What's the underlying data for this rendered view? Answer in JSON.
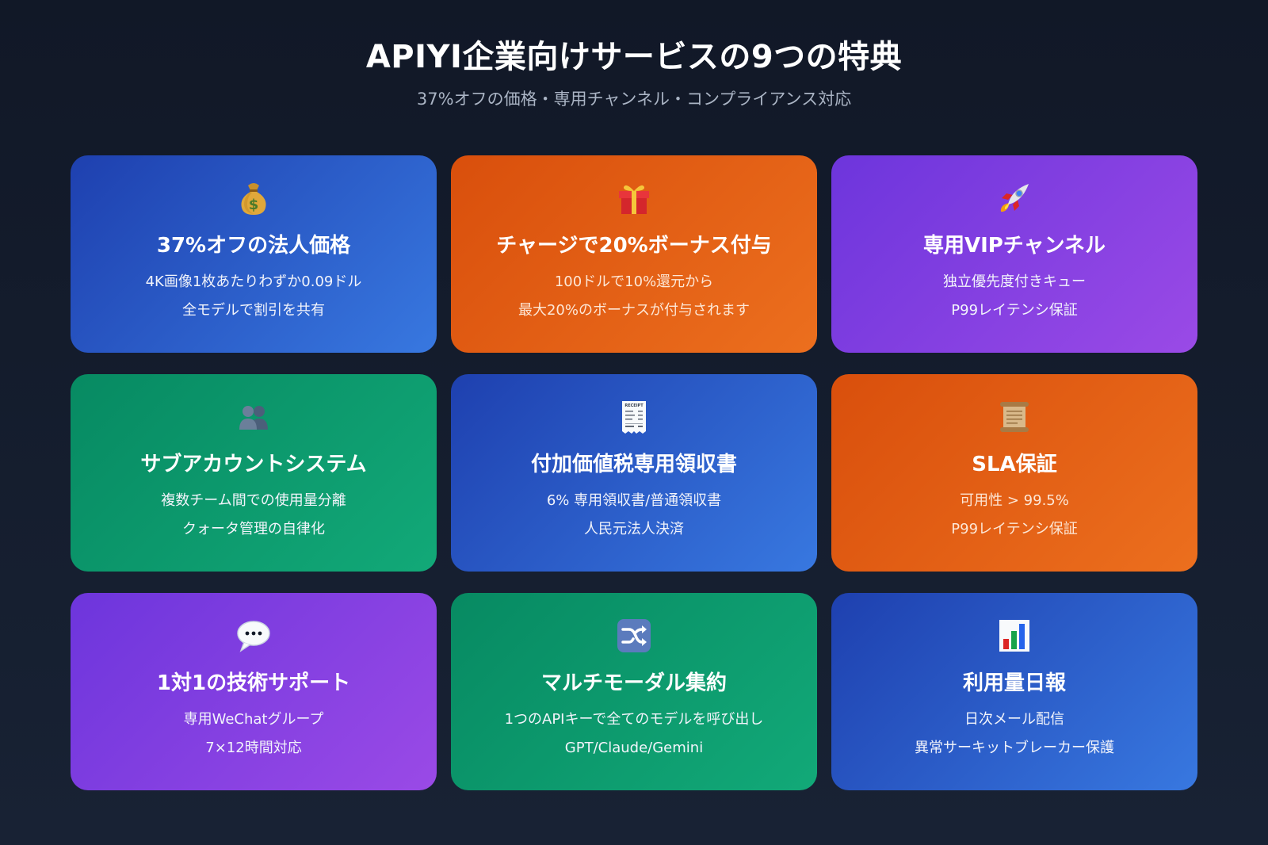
{
  "header": {
    "title": "APIYI企業向けサービスの9つの特典",
    "subtitle": "37%オフの価格・専用チャンネル・コンプライアンス対応"
  },
  "cards": [
    {
      "icon": "money-bag-icon",
      "color": "blue",
      "title": "37%オフの法人価格",
      "lines": [
        "4K画像1枚あたりわずか0.09ドル",
        "全モデルで割引を共有"
      ]
    },
    {
      "icon": "gift-icon",
      "color": "orange",
      "title": "チャージで20%ボーナス付与",
      "lines": [
        "100ドルで10%還元から",
        "最大20%のボーナスが付与されます"
      ]
    },
    {
      "icon": "rocket-icon",
      "color": "purple",
      "title": "専用VIPチャンネル",
      "lines": [
        "独立優先度付きキュー",
        "P99レイテンシ保証"
      ]
    },
    {
      "icon": "users-icon",
      "color": "green",
      "title": "サブアカウントシステム",
      "lines": [
        "複数チーム間での使用量分離",
        "クォータ管理の自律化"
      ]
    },
    {
      "icon": "receipt-icon",
      "color": "blue",
      "title": "付加価値税専用領収書",
      "lines": [
        "6% 専用領収書/普通領収書",
        "人民元法人決済"
      ]
    },
    {
      "icon": "scroll-icon",
      "color": "orange",
      "title": "SLA保証",
      "lines": [
        "可用性 > 99.5%",
        "P99レイテンシ保証"
      ]
    },
    {
      "icon": "speech-bubble-icon",
      "color": "purple",
      "title": "1対1の技術サポート",
      "lines": [
        "専用WeChatグループ",
        "7×12時間対応"
      ]
    },
    {
      "icon": "shuffle-icon",
      "color": "green",
      "title": "マルチモーダル集約",
      "lines": [
        "1つのAPIキーで全てのモデルを呼び出し",
        "GPT/Claude/Gemini"
      ]
    },
    {
      "icon": "bar-chart-icon",
      "color": "blue",
      "title": "利用量日報",
      "lines": [
        "日次メール配信",
        "異常サーキットブレーカー保護"
      ]
    }
  ],
  "icon_text": {
    "receipt_label": "RECEIPT"
  }
}
